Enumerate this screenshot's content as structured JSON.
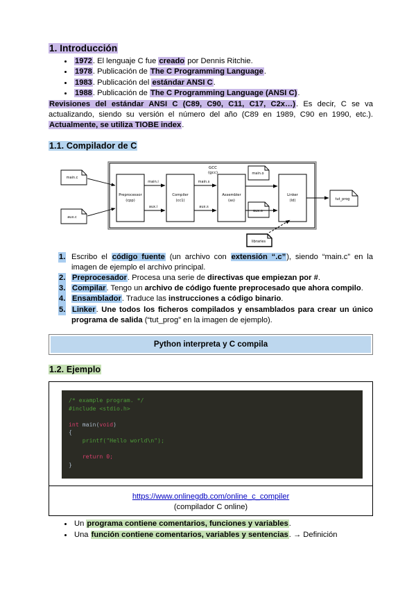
{
  "section1": {
    "heading": "1. Introducción",
    "bullets": [
      {
        "year": "1972",
        "rest_a": ". El lenguaje C fue ",
        "bold_hl": "creado",
        "rest_b": " por Dennis Ritchie."
      },
      {
        "year": "1978",
        "rest_a": ". Publicación de ",
        "bold_hl": "The C Programming Language",
        "rest_b": "."
      },
      {
        "year": "1983",
        "rest_a": ". Publicación del ",
        "bold_hl": "estándar ANSI C",
        "rest_b": "."
      },
      {
        "year": "1988",
        "rest_a": ". Publicación de ",
        "bold_hl": "The C Programming Language (ANSI C)",
        "rest_b": "."
      }
    ],
    "paragraph": {
      "bold_hl_1": "Revisiones del estándar ANSI C (C89, C90, C11, C17, C2x…)",
      "plain": ". Es decir, C se va actualizando, siendo su versión el número del año (C89 en 1989, C90 en 1990, etc.). ",
      "bold_hl_2": "Actualmente, se utiliza TIOBE index",
      "tail": "."
    }
  },
  "section11": {
    "heading": "1.1. Compilador de C",
    "diagram": {
      "outer_label_line1": "GCC",
      "outer_label_line2": "(gcc)",
      "inputs": [
        {
          "label": "main.c"
        },
        {
          "label": "aux.c"
        }
      ],
      "stages": [
        {
          "name": "Preprocessor",
          "tool": "(cpp)"
        },
        {
          "name": "Compiler",
          "tool": "(cc1)"
        },
        {
          "name": "Assembler",
          "tool": "(as)"
        },
        {
          "name": "Linker",
          "tool": "(ld)"
        }
      ],
      "edge_labels_top": [
        "main.i",
        "main.s"
      ],
      "edge_labels_bottom": [
        "aux.i",
        "aux.s"
      ],
      "objects": [
        {
          "label": "main.o"
        },
        {
          "label": "aux.o"
        }
      ],
      "libraries": "libraries",
      "output": "tut_prog"
    },
    "steps": [
      {
        "num": "1.",
        "parts": [
          {
            "t": "Escribo el ",
            "s": "plain"
          },
          {
            "t": "código fuente",
            "s": "bold-hl"
          },
          {
            "t": " (un archivo con ",
            "s": "plain"
          },
          {
            "t": "extensión “.c”",
            "s": "bold-hl"
          },
          {
            "t": "), siendo “main.c” en la imagen de ejemplo el archivo principal.",
            "s": "plain"
          }
        ]
      },
      {
        "num": "2.",
        "parts": [
          {
            "t": "Preprocesador",
            "s": "bold-hl"
          },
          {
            "t": ". Procesa una serie de ",
            "s": "plain"
          },
          {
            "t": "directivas que empiezan por #",
            "s": "bold"
          },
          {
            "t": ".",
            "s": "plain"
          }
        ]
      },
      {
        "num": "3.",
        "parts": [
          {
            "t": "Compilar",
            "s": "bold-hl"
          },
          {
            "t": ". Tengo un ",
            "s": "plain"
          },
          {
            "t": "archivo de código fuente preprocesado que ahora compilo",
            "s": "bold"
          },
          {
            "t": ".",
            "s": "plain"
          }
        ]
      },
      {
        "num": "4.",
        "parts": [
          {
            "t": "Ensamblador",
            "s": "bold-hl"
          },
          {
            "t": ". Traduce las ",
            "s": "plain"
          },
          {
            "t": "instrucciones a código binario",
            "s": "bold"
          },
          {
            "t": ".",
            "s": "plain"
          }
        ]
      },
      {
        "num": "5.",
        "parts": [
          {
            "t": "Linker",
            "s": "bold-hl"
          },
          {
            "t": ". ",
            "s": "plain"
          },
          {
            "t": "Une todos los ficheros compilados y ensamblados para crear un único programa de salida",
            "s": "bold"
          },
          {
            "t": " (“tut_prog” en la imagen de ejemplo).",
            "s": "plain"
          }
        ]
      }
    ],
    "callout": "Python interpreta y C compila"
  },
  "section12": {
    "heading": "1.2. Ejemplo",
    "code": {
      "line1_comment": "/* example program. */",
      "line2_include": "#include <stdio.h>",
      "line4_sig_kw": "int",
      "line4_sig_fn": " main",
      "line4_sig_paren_open": "(",
      "line4_sig_void": "void",
      "line4_sig_paren_close": ")",
      "line5_brace": "{",
      "line6_printf": "    printf(\"Hello world\\n\");",
      "line8_return": "    return 0;",
      "line9_brace": "}"
    },
    "link_text": "https://www.onlinegdb.com/online_c_compiler",
    "link_caption": "(compilador C online)",
    "final_bullets": [
      {
        "parts": [
          {
            "t": "Un ",
            "s": "plain"
          },
          {
            "t": "programa contiene comentarios, funciones y variables",
            "s": "bold-green"
          },
          {
            "t": ".",
            "s": "plain"
          }
        ]
      },
      {
        "parts": [
          {
            "t": "Una ",
            "s": "plain"
          },
          {
            "t": "función contiene comentarios, variables y sentencias",
            "s": "bold-green"
          },
          {
            "t": ". → Definición",
            "s": "plain"
          }
        ]
      }
    ]
  },
  "colors": {
    "highlight_purple": "#c9b9e8",
    "highlight_blue": "#b5d4ef",
    "highlight_green": "#c5e0b4",
    "highlight_lightblue": "#a9cdf0",
    "callout_fill": "#bdd7ee",
    "link": "#0000c0",
    "code_bg": "#2b2b24"
  }
}
